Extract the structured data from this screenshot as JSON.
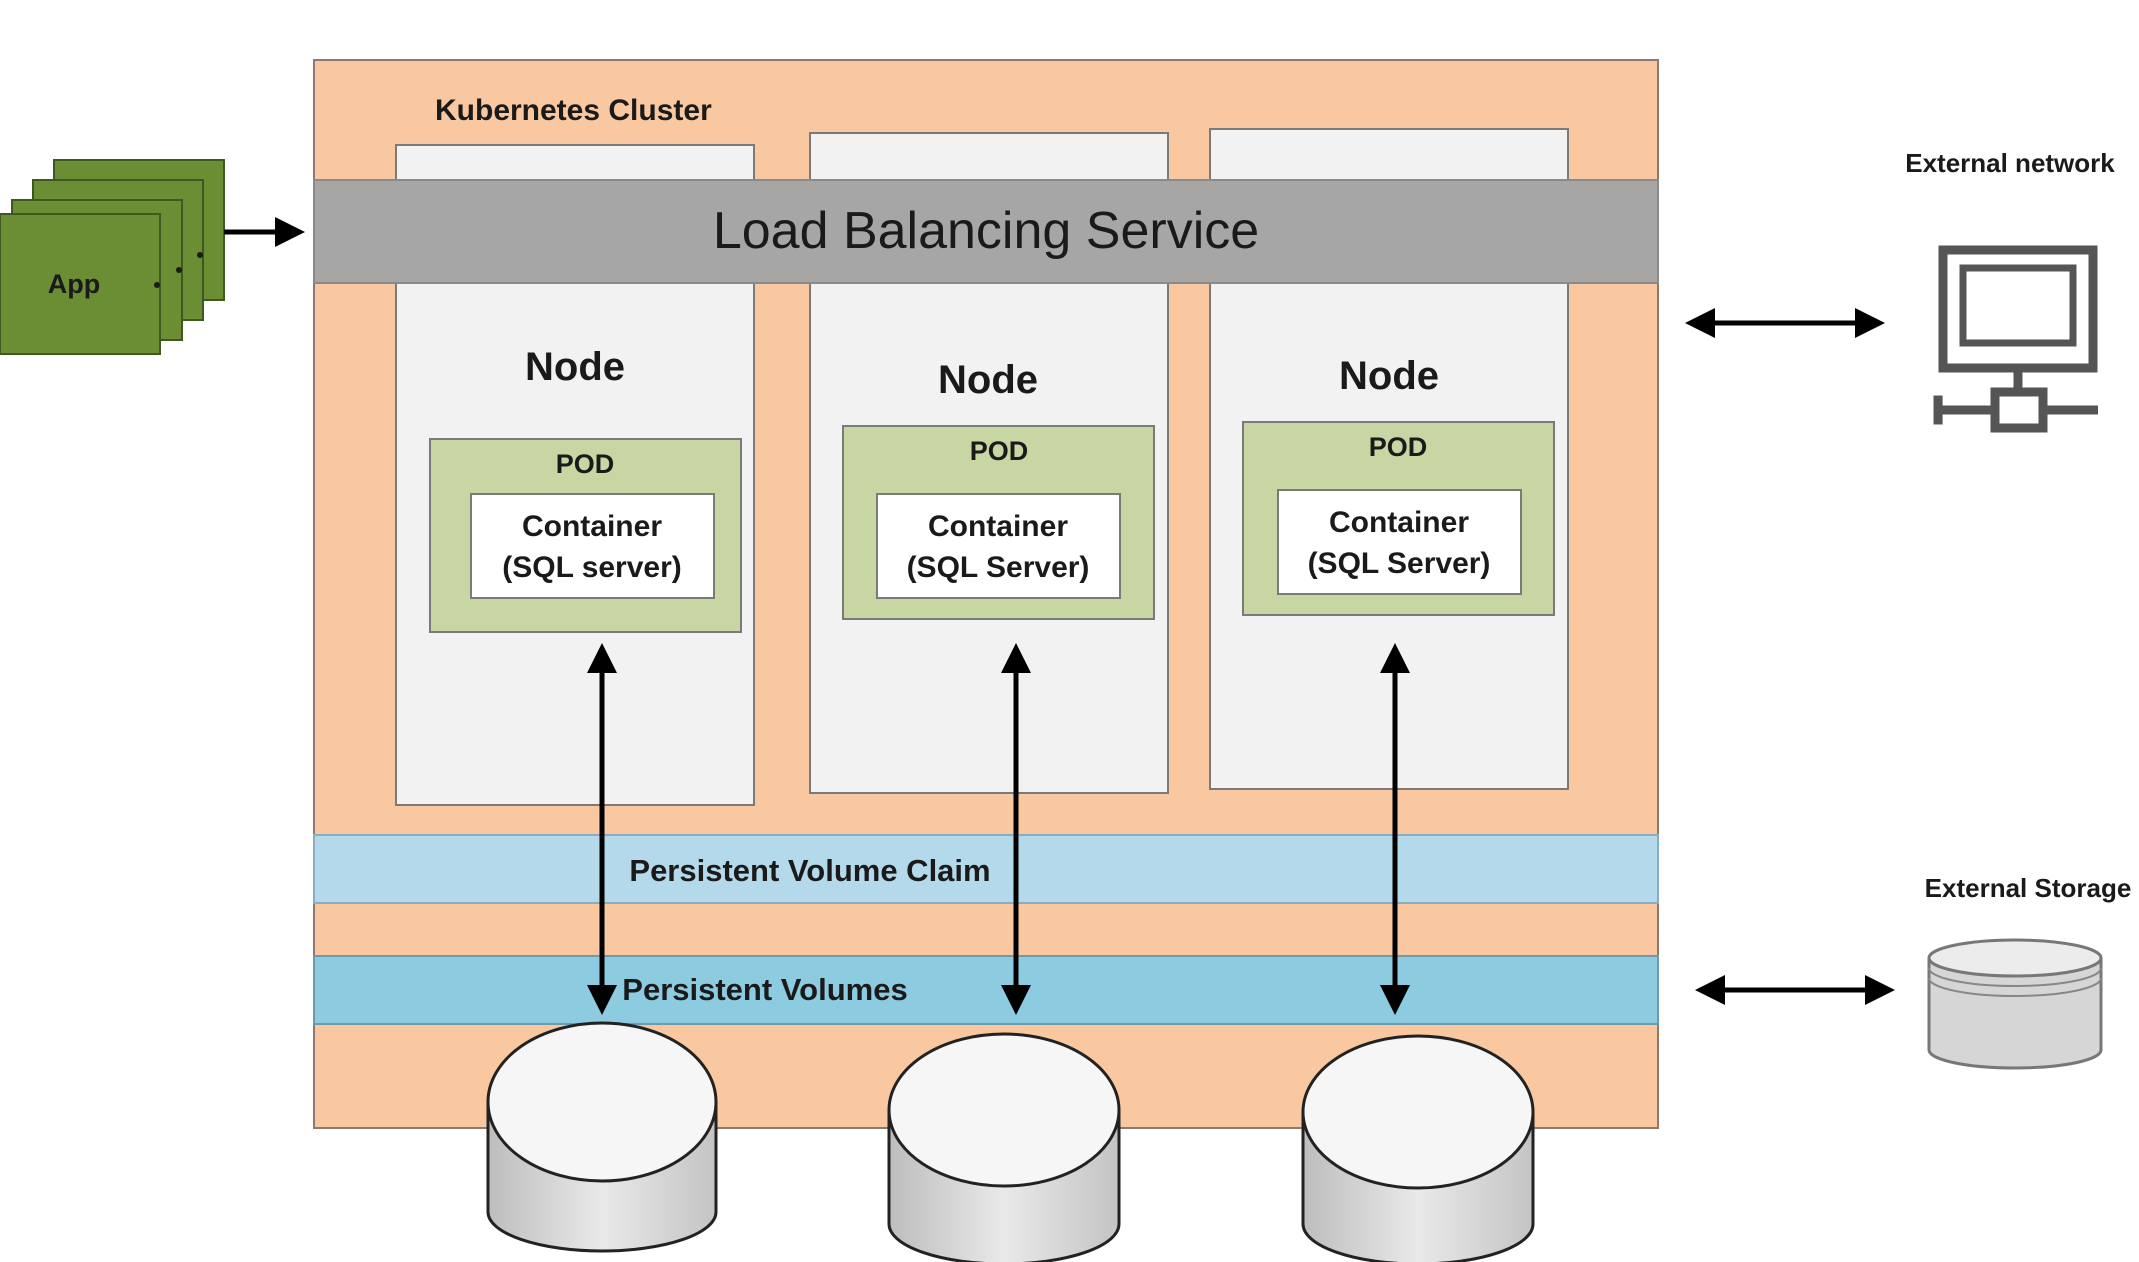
{
  "cluster": {
    "title": "Kubernetes Cluster",
    "fill": "#fac8a0",
    "stroke": "#8a7a70"
  },
  "load_balancer": {
    "label": "Load Balancing Service",
    "fill": "#a6a6a6"
  },
  "app": {
    "label": "App",
    "fill": "#6b8e34",
    "stroke": "#3f5720"
  },
  "nodes": [
    {
      "title": "Node",
      "pod_label": "POD",
      "container_line1": "Container",
      "container_line2": "(SQL server)"
    },
    {
      "title": "Node",
      "pod_label": "POD",
      "container_line1": "Container",
      "container_line2": "(SQL Server)"
    },
    {
      "title": "Node",
      "pod_label": "POD",
      "container_line1": "Container",
      "container_line2": "(SQL Server)"
    }
  ],
  "node_style": {
    "fill": "#f2f2f2",
    "pod_fill": "#c8d6a3",
    "container_fill": "#ffffff"
  },
  "pvc": {
    "label": "Persistent Volume Claim",
    "fill": "#b4d9ea"
  },
  "pv": {
    "label": "Persistent Volumes",
    "fill": "#8ccbe0"
  },
  "external_network": {
    "label": "External network",
    "icon": "computer-network-icon"
  },
  "external_storage": {
    "label": "External Storage",
    "icon": "storage-disk-icon"
  },
  "volumes": [
    {
      "icon": "disk-volume-icon"
    },
    {
      "icon": "disk-volume-icon"
    },
    {
      "icon": "disk-volume-icon"
    }
  ]
}
